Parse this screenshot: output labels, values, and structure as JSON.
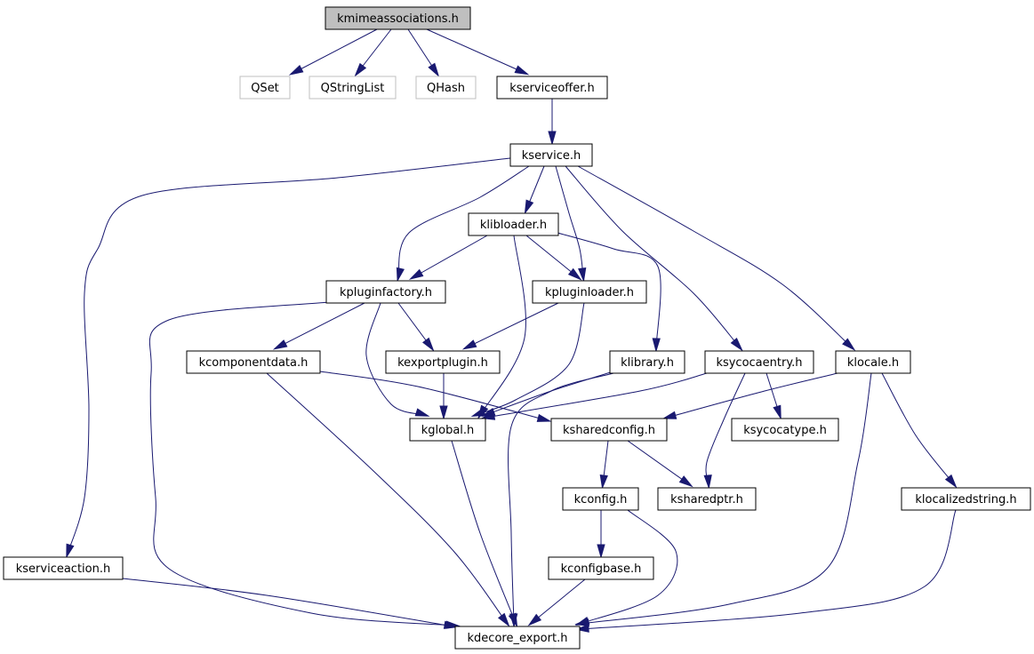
{
  "diagram": {
    "nodes": [
      {
        "id": "n_kmime",
        "label": "kmimeassociations.h",
        "style": "root"
      },
      {
        "id": "n_qset",
        "label": "QSet",
        "style": "external"
      },
      {
        "id": "n_qstringlist",
        "label": "QStringList",
        "style": "external"
      },
      {
        "id": "n_qhash",
        "label": "QHash",
        "style": "external"
      },
      {
        "id": "n_kserviceoffer",
        "label": "kserviceoffer.h",
        "style": "normal"
      },
      {
        "id": "n_kservice",
        "label": "kservice.h",
        "style": "normal"
      },
      {
        "id": "n_klibloader",
        "label": "klibloader.h",
        "style": "normal"
      },
      {
        "id": "n_kpluginfactory",
        "label": "kpluginfactory.h",
        "style": "normal"
      },
      {
        "id": "n_kpluginloader",
        "label": "kpluginloader.h",
        "style": "normal"
      },
      {
        "id": "n_kcomponentdata",
        "label": "kcomponentdata.h",
        "style": "normal"
      },
      {
        "id": "n_kexportplugin",
        "label": "kexportplugin.h",
        "style": "normal"
      },
      {
        "id": "n_klibrary",
        "label": "klibrary.h",
        "style": "normal"
      },
      {
        "id": "n_ksycocaentry",
        "label": "ksycocaentry.h",
        "style": "normal"
      },
      {
        "id": "n_klocale",
        "label": "klocale.h",
        "style": "normal"
      },
      {
        "id": "n_kglobal",
        "label": "kglobal.h",
        "style": "normal"
      },
      {
        "id": "n_ksharedconfig",
        "label": "ksharedconfig.h",
        "style": "normal"
      },
      {
        "id": "n_ksycocatype",
        "label": "ksycocatype.h",
        "style": "normal"
      },
      {
        "id": "n_kconfig",
        "label": "kconfig.h",
        "style": "normal"
      },
      {
        "id": "n_ksharedptr",
        "label": "ksharedptr.h",
        "style": "normal"
      },
      {
        "id": "n_klocalizedstring",
        "label": "klocalizedstring.h",
        "style": "normal"
      },
      {
        "id": "n_kserviceaction",
        "label": "kserviceaction.h",
        "style": "normal"
      },
      {
        "id": "n_kconfigbase",
        "label": "kconfigbase.h",
        "style": "normal"
      },
      {
        "id": "n_kdecore_export",
        "label": "kdecore_export.h",
        "style": "normal"
      }
    ],
    "edges": [
      [
        "n_kmime",
        "n_qset"
      ],
      [
        "n_kmime",
        "n_qstringlist"
      ],
      [
        "n_kmime",
        "n_qhash"
      ],
      [
        "n_kmime",
        "n_kserviceoffer"
      ],
      [
        "n_kserviceoffer",
        "n_kservice"
      ],
      [
        "n_kservice",
        "n_klibloader"
      ],
      [
        "n_kservice",
        "n_kpluginfactory"
      ],
      [
        "n_kservice",
        "n_kpluginloader"
      ],
      [
        "n_kservice",
        "n_ksycocaentry"
      ],
      [
        "n_kservice",
        "n_klocale"
      ],
      [
        "n_kservice",
        "n_kserviceaction"
      ],
      [
        "n_klibloader",
        "n_kpluginfactory"
      ],
      [
        "n_klibloader",
        "n_kpluginloader"
      ],
      [
        "n_klibloader",
        "n_klibrary"
      ],
      [
        "n_klibloader",
        "n_kglobal"
      ],
      [
        "n_kpluginfactory",
        "n_kcomponentdata"
      ],
      [
        "n_kpluginfactory",
        "n_kexportplugin"
      ],
      [
        "n_kpluginfactory",
        "n_kglobal"
      ],
      [
        "n_kpluginfactory",
        "n_kdecore_export"
      ],
      [
        "n_kpluginloader",
        "n_kexportplugin"
      ],
      [
        "n_kpluginloader",
        "n_kglobal"
      ],
      [
        "n_kcomponentdata",
        "n_ksharedconfig"
      ],
      [
        "n_kcomponentdata",
        "n_kdecore_export"
      ],
      [
        "n_kexportplugin",
        "n_kglobal"
      ],
      [
        "n_klibrary",
        "n_kglobal"
      ],
      [
        "n_klibrary",
        "n_kdecore_export"
      ],
      [
        "n_ksycocaentry",
        "n_kglobal"
      ],
      [
        "n_ksycocaentry",
        "n_ksycocatype"
      ],
      [
        "n_ksycocaentry",
        "n_ksharedptr"
      ],
      [
        "n_klocale",
        "n_ksharedconfig"
      ],
      [
        "n_klocale",
        "n_klocalizedstring"
      ],
      [
        "n_klocale",
        "n_kdecore_export"
      ],
      [
        "n_kglobal",
        "n_kdecore_export"
      ],
      [
        "n_ksharedconfig",
        "n_kconfig"
      ],
      [
        "n_ksharedconfig",
        "n_ksharedptr"
      ],
      [
        "n_kconfig",
        "n_kconfigbase"
      ],
      [
        "n_kconfig",
        "n_kdecore_export"
      ],
      [
        "n_kconfigbase",
        "n_kdecore_export"
      ],
      [
        "n_klocalizedstring",
        "n_kdecore_export"
      ],
      [
        "n_kserviceaction",
        "n_kdecore_export"
      ]
    ]
  }
}
